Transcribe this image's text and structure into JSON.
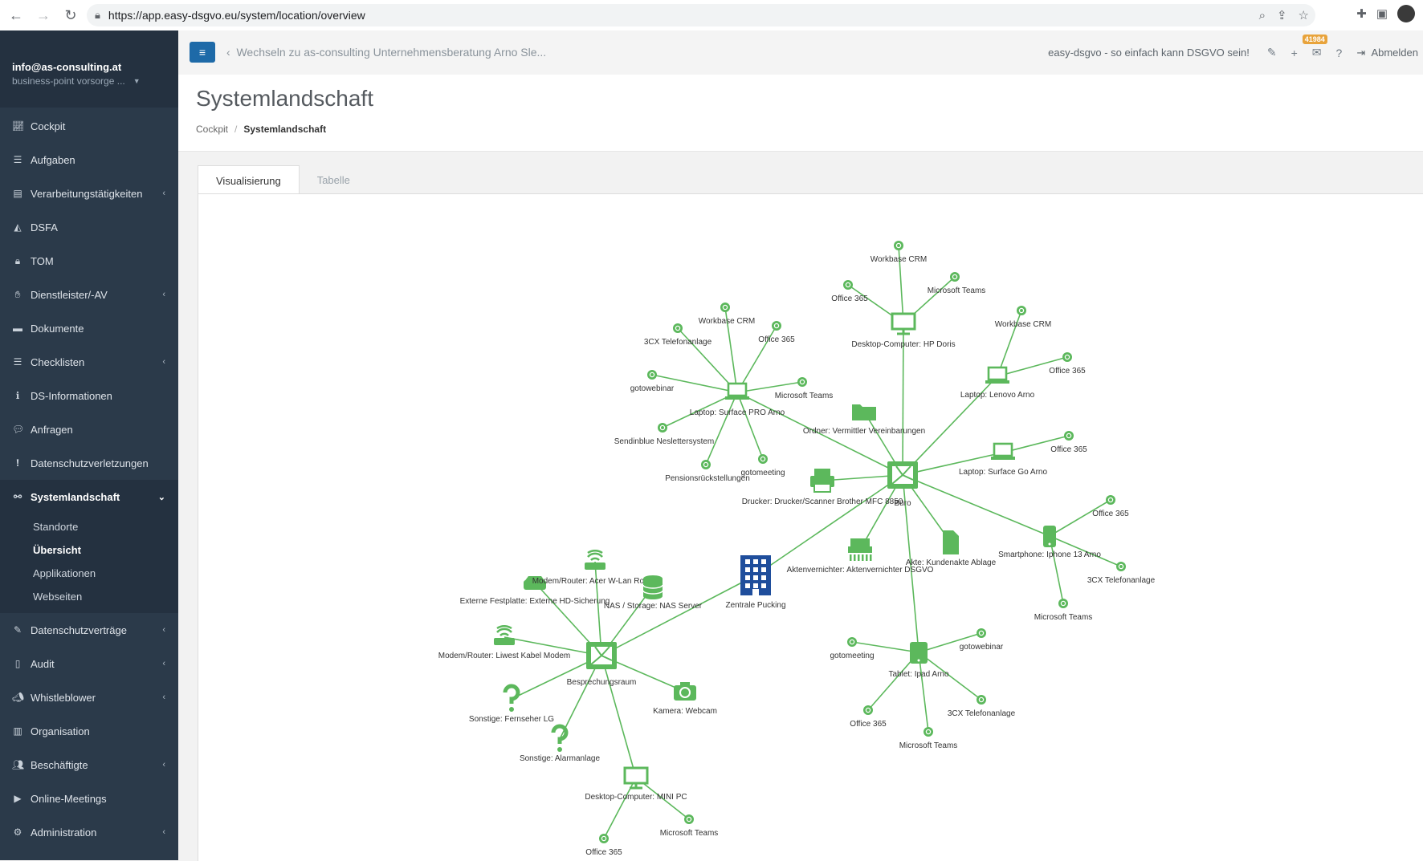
{
  "browser": {
    "url": "https://app.easy-dsgvo.eu/system/location/overview"
  },
  "sidebar": {
    "user_email": "info@as-consulting.at",
    "user_company": "business-point vorsorge ...",
    "items": [
      {
        "label": "Cockpit",
        "icon": "chart-line-icon"
      },
      {
        "label": "Aufgaben",
        "icon": "list-check-icon"
      },
      {
        "label": "Verarbeitungstätigkeiten",
        "icon": "table-icon"
      },
      {
        "label": "DSFA",
        "icon": "chart-area-icon"
      },
      {
        "label": "TOM",
        "icon": "lock-icon"
      },
      {
        "label": "Dienstleister/-AV",
        "icon": "handshake-icon"
      },
      {
        "label": "Dokumente",
        "icon": "folder-icon"
      },
      {
        "label": "Checklisten",
        "icon": "list-icon"
      },
      {
        "label": "DS-Informationen",
        "icon": "info-box-icon"
      },
      {
        "label": "Anfragen",
        "icon": "comments-icon"
      },
      {
        "label": "Datenschutzverletzungen",
        "icon": "exclamation-icon"
      },
      {
        "label": "Systemlandschaft",
        "icon": "network-icon"
      },
      {
        "label": "Datenschutzverträge",
        "icon": "signature-icon"
      },
      {
        "label": "Audit",
        "icon": "clipboard-icon"
      },
      {
        "label": "Whistleblower",
        "icon": "bullhorn-icon"
      },
      {
        "label": "Organisation",
        "icon": "building-icon"
      },
      {
        "label": "Beschäftigte",
        "icon": "users-icon"
      },
      {
        "label": "Online-Meetings",
        "icon": "video-icon"
      },
      {
        "label": "Administration",
        "icon": "cogs-icon"
      }
    ],
    "submenu": [
      "Standorte",
      "Übersicht",
      "Applikationen",
      "Webseiten"
    ]
  },
  "topbar": {
    "switch_label": "Wechseln zu as-consulting Unternehmensberatung Arno Sle...",
    "slogan": "easy-dsgvo - so einfach kann DSGVO sein!",
    "badge_count": "41984",
    "logout_label": "Abmelden"
  },
  "page": {
    "title": "Systemlandschaft",
    "breadcrumb_root": "Cockpit",
    "breadcrumb_current": "Systemlandschaft"
  },
  "tabs": [
    "Visualisierung",
    "Tabelle"
  ],
  "graph": {
    "node_color": "#5cb85c",
    "building_color": "#1f4e9c",
    "nodes": {
      "zentrale": "Zentrale Pucking",
      "buero": "Büro",
      "bespr": "Besprechungsraum",
      "ordner": "Ordner: Vermittler Vereinbarungen",
      "drucker": "Drucker: Drucker/Scanner Brother MFC 8850",
      "akte": "Akte: Kundenakte Ablage",
      "aktenv": "Aktenvernichter: Aktenvernichter DSGVO",
      "desk_hp": "Desktop-Computer: HP Doris",
      "lap_surface_pro": "Laptop: Surface PRO Arno",
      "lap_lenovo": "Laptop: Lenovo Arno",
      "lap_go": "Laptop: Surface Go Arno",
      "phone": "Smartphone: Iphone 13 Arno",
      "tablet": "Tablet: Ipad Arno",
      "ext_fp": "Externe Festplatte: Externe HD-Sicherung",
      "modem_acer": "Modem/Router: Acer W-Lan Router",
      "nas": "NAS / Storage: NAS Server",
      "modem_liwest": "Modem/Router: Liwest Kabel Modem",
      "kamera": "Kamera: Webcam",
      "fernseher": "Sonstige: Fernseher LG",
      "alarm": "Sonstige: Alarmanlage",
      "mini_pc": "Desktop-Computer: MINI PC"
    },
    "apps": {
      "workbase": "Workbase CRM",
      "office": "Office 365",
      "teams": "Microsoft Teams",
      "cx": "3CX Telefonanlage",
      "webinar": "gotowebinar",
      "meeting": "gotomeeting",
      "sendinblue": "Sendinblue Neslettersystem",
      "pension": "Pensionsrückstellungen"
    }
  }
}
